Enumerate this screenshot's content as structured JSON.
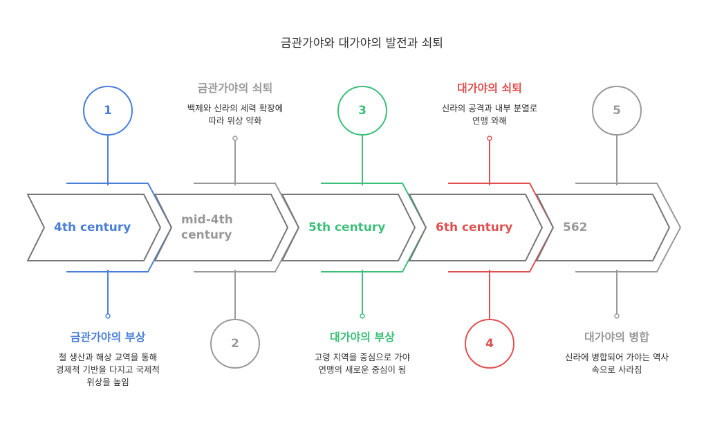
{
  "title": "금관가야와 대가야의 발전과 쇠퇴",
  "colors": {
    "blue": "#4a7fd8",
    "gray": "#999999",
    "green": "#3dbf7a",
    "red": "#e05050",
    "text": "#333333"
  },
  "stages": [
    {
      "number": "1",
      "period": "4th century",
      "heading": "금관가야의 부상",
      "description": "철 생산과 해상 교역을 통해 경제적 기반을 다지고 국제적 위상을 높임",
      "color": "blue"
    },
    {
      "number": "2",
      "period": "mid-4th century",
      "heading": "금관가야의 쇠퇴",
      "description": "백제와 신라의 세력 확장에 따라 위상 약화",
      "color": "gray"
    },
    {
      "number": "3",
      "period": "5th century",
      "heading": "대가야의 부상",
      "description": "고령 지역을 중심으로 가야 연맹의 새로운 중심이 됨",
      "color": "green"
    },
    {
      "number": "4",
      "period": "6th century",
      "heading": "대가야의 쇠퇴",
      "description": "신라의 공격과 내부 분열로 연맹 와해",
      "color": "red"
    },
    {
      "number": "5",
      "period": "562",
      "heading": "대가야의 병합",
      "description": "신라에 병합되어 가야는 역사 속으로 사라짐",
      "color": "gray"
    }
  ]
}
